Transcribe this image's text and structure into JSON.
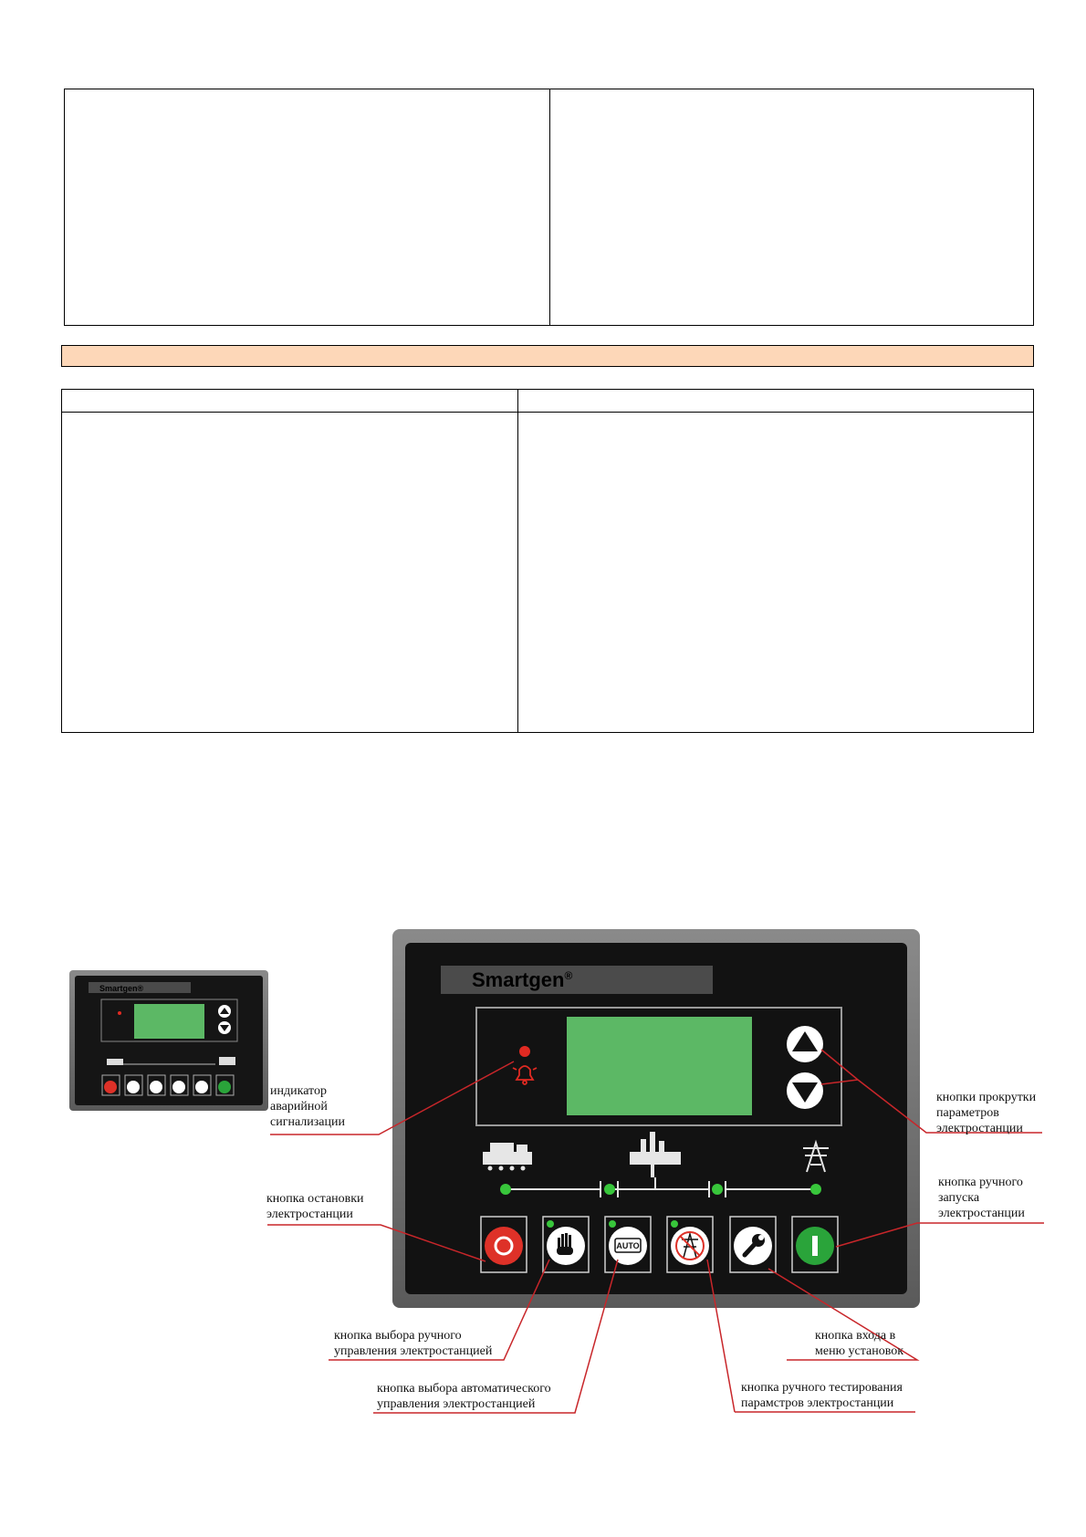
{
  "panel": {
    "brand": "Smartgen",
    "brand_mark": "®",
    "auto_label": "AUTO"
  },
  "thumbnail": {
    "brand": "Smartgen®"
  },
  "callouts": {
    "alarm_indicator": "индикатор\nаварийной\nсигнализации",
    "scroll_buttons": "кнопки прокрутки\nпараметров\nэлектростанции",
    "stop_button": "кнопка остановки\nэлектростанции",
    "start_button": "кнопка ручного\nзапуска\nэлектростанции",
    "manual_mode": "кнопка выбора ручного\nуправления электростанцией",
    "menu_button": "кнопка входа в\nменю установок",
    "auto_mode": "кнопка выбора автоматического\nуправления электростанцией",
    "test_button": "кнопка ручного тестирования\nпарамстров электростанции"
  },
  "colors": {
    "header_bar": "#fdd7b8",
    "lcd": "#5cb865",
    "panel_frame": "#6e6e6e",
    "panel_face": "#121212",
    "led_green": "#38c63b",
    "led_red": "#e12a22",
    "stop_red": "#de3128",
    "start_green": "#2aa43a",
    "callout_line": "#c8262a"
  }
}
